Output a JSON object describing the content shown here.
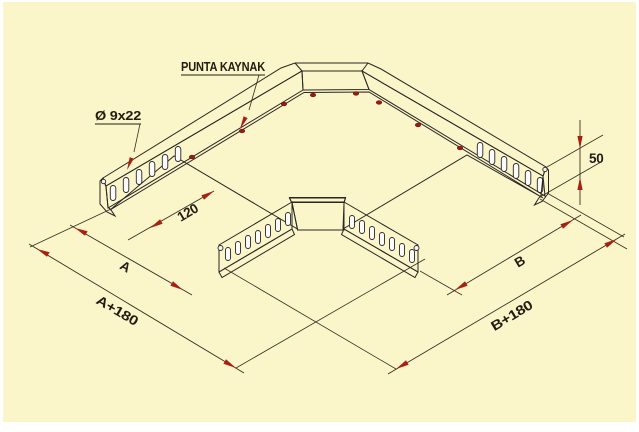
{
  "drawing": {
    "title": "cable-tray-90-degree-horizontal-bend-isometric",
    "callouts": {
      "spot_weld": "PUNTA KAYNAK",
      "hole": "Ø 9x22"
    },
    "dimensions": {
      "inner_offset": "120",
      "arm_a": "A",
      "overall_a": "A+180",
      "arm_b": "B",
      "overall_b": "B+180",
      "height": "50"
    },
    "colors": {
      "background": "#FAF6CA",
      "frame": "#FFFFFF",
      "metal_light": "#E8E9ED",
      "metal_mid": "#DFE1E6",
      "metal_flange": "#EAEBEF",
      "metal_face": "#ECEDF1",
      "metal_dark": "#D6D8DD",
      "outline": "#2A2622",
      "dimension_red": "#A82014",
      "weld_dot": "#991B10"
    }
  }
}
